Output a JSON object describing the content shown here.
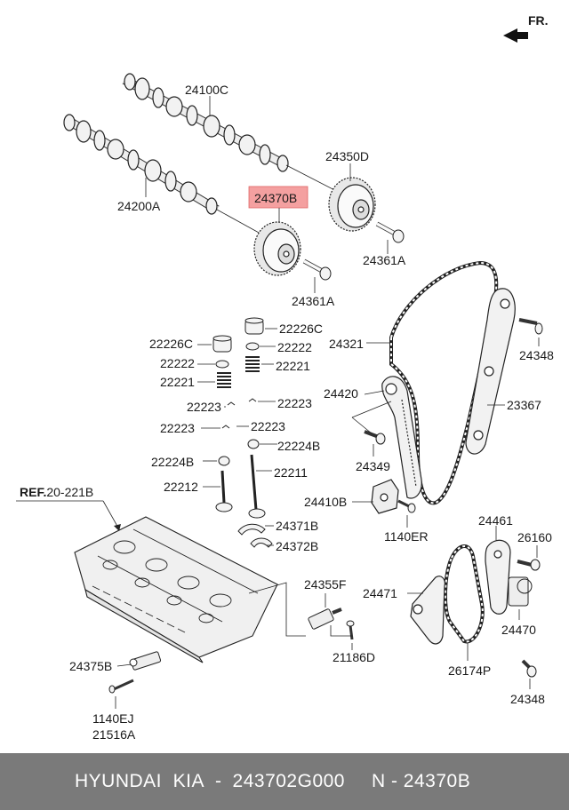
{
  "diagram": {
    "front_marker": "FR.",
    "reference": {
      "prefix": "REF.",
      "code": "20-221B"
    },
    "highlight_color": "#f4a0a0",
    "labels": {
      "camshaft_exhaust": "24100C",
      "camshaft_intake": "24200A",
      "sprocket_exhaust": "24350D",
      "sprocket_intake_highlight": "24370B",
      "bolt_exhaust": "24361A",
      "bolt_intake": "24361A",
      "lifter_right": "22226C",
      "lifter_left": "22226C",
      "retainer_right": "22222",
      "retainer_left": "22222",
      "spring_right": "22221",
      "spring_left": "22221",
      "cotter_right": "22223",
      "cotter_left_1": "22223",
      "cotter_left_2": "22223",
      "seal_right": "22224B",
      "seal_left": "22224B",
      "valve_right": "22211",
      "valve_left": "22212",
      "chain": "24321",
      "bolt_guide": "24348",
      "guide_left": "24420",
      "guide_right": "23367",
      "bolt_tensioner_arm": "24349",
      "tensioner": "24410B",
      "bolt_tensioner": "1140ER",
      "bearing_upper": "24371B",
      "bearing_lower": "24372B",
      "oil_control_valve": "24355F",
      "bolt_ocv": "21186D",
      "sensor": "24375B",
      "bolt_sensor": "1140EJ",
      "sensor_sub": "21516A",
      "guide_small_upper": "24461",
      "bolt_small": "26160",
      "tensioner_small": "24471",
      "guide_small": "24470",
      "chain_small": "26174P",
      "bolt_small_guide": "24348"
    }
  },
  "footer": {
    "brand": "HYUNDAI  KIA",
    "part_number": "243702G000",
    "n_label": "N - 24370B"
  }
}
